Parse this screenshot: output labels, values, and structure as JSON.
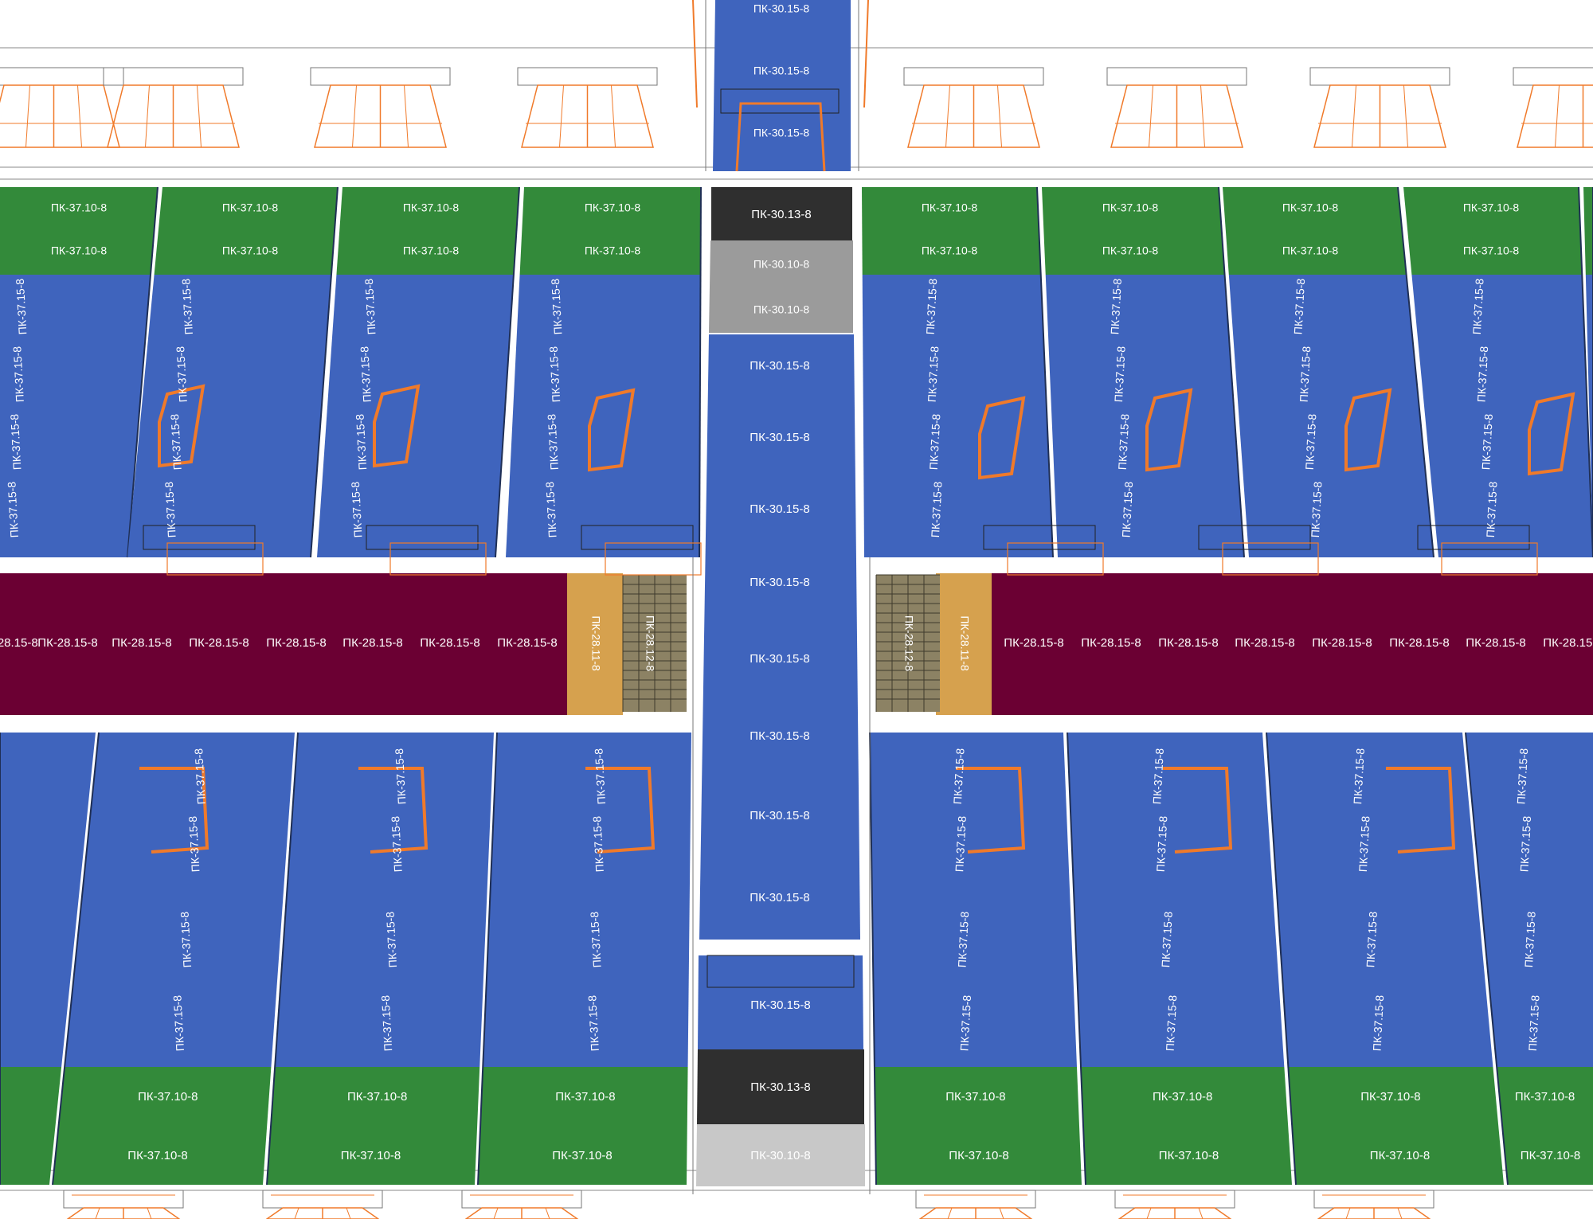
{
  "colors": {
    "blue": "#3f64bd",
    "blue_dark": "#3a5cb0",
    "green": "#338a3a",
    "maroon": "#6b0033",
    "tan": "#d6a14e",
    "dark": "#2f2f2f",
    "grey": "#9b9b9b",
    "light_grey": "#c8c8c8",
    "stair": "#8c8264",
    "orange": "#f07a2a",
    "wire": "#777777"
  },
  "labels": {
    "pk_37_10": "ПК-37.10-8",
    "pk_37_15": "ПК-37.15-8",
    "pk_30_15": "ПК-30.15-8",
    "pk_30_13": "ПК-30.13-8",
    "pk_30_10": "ПК-30.10-8",
    "pk_28_15": "ПК-28.15-8",
    "pk_28_11": "ПК-28.11-8",
    "pk_28_12": "ПК-28.12-8"
  }
}
